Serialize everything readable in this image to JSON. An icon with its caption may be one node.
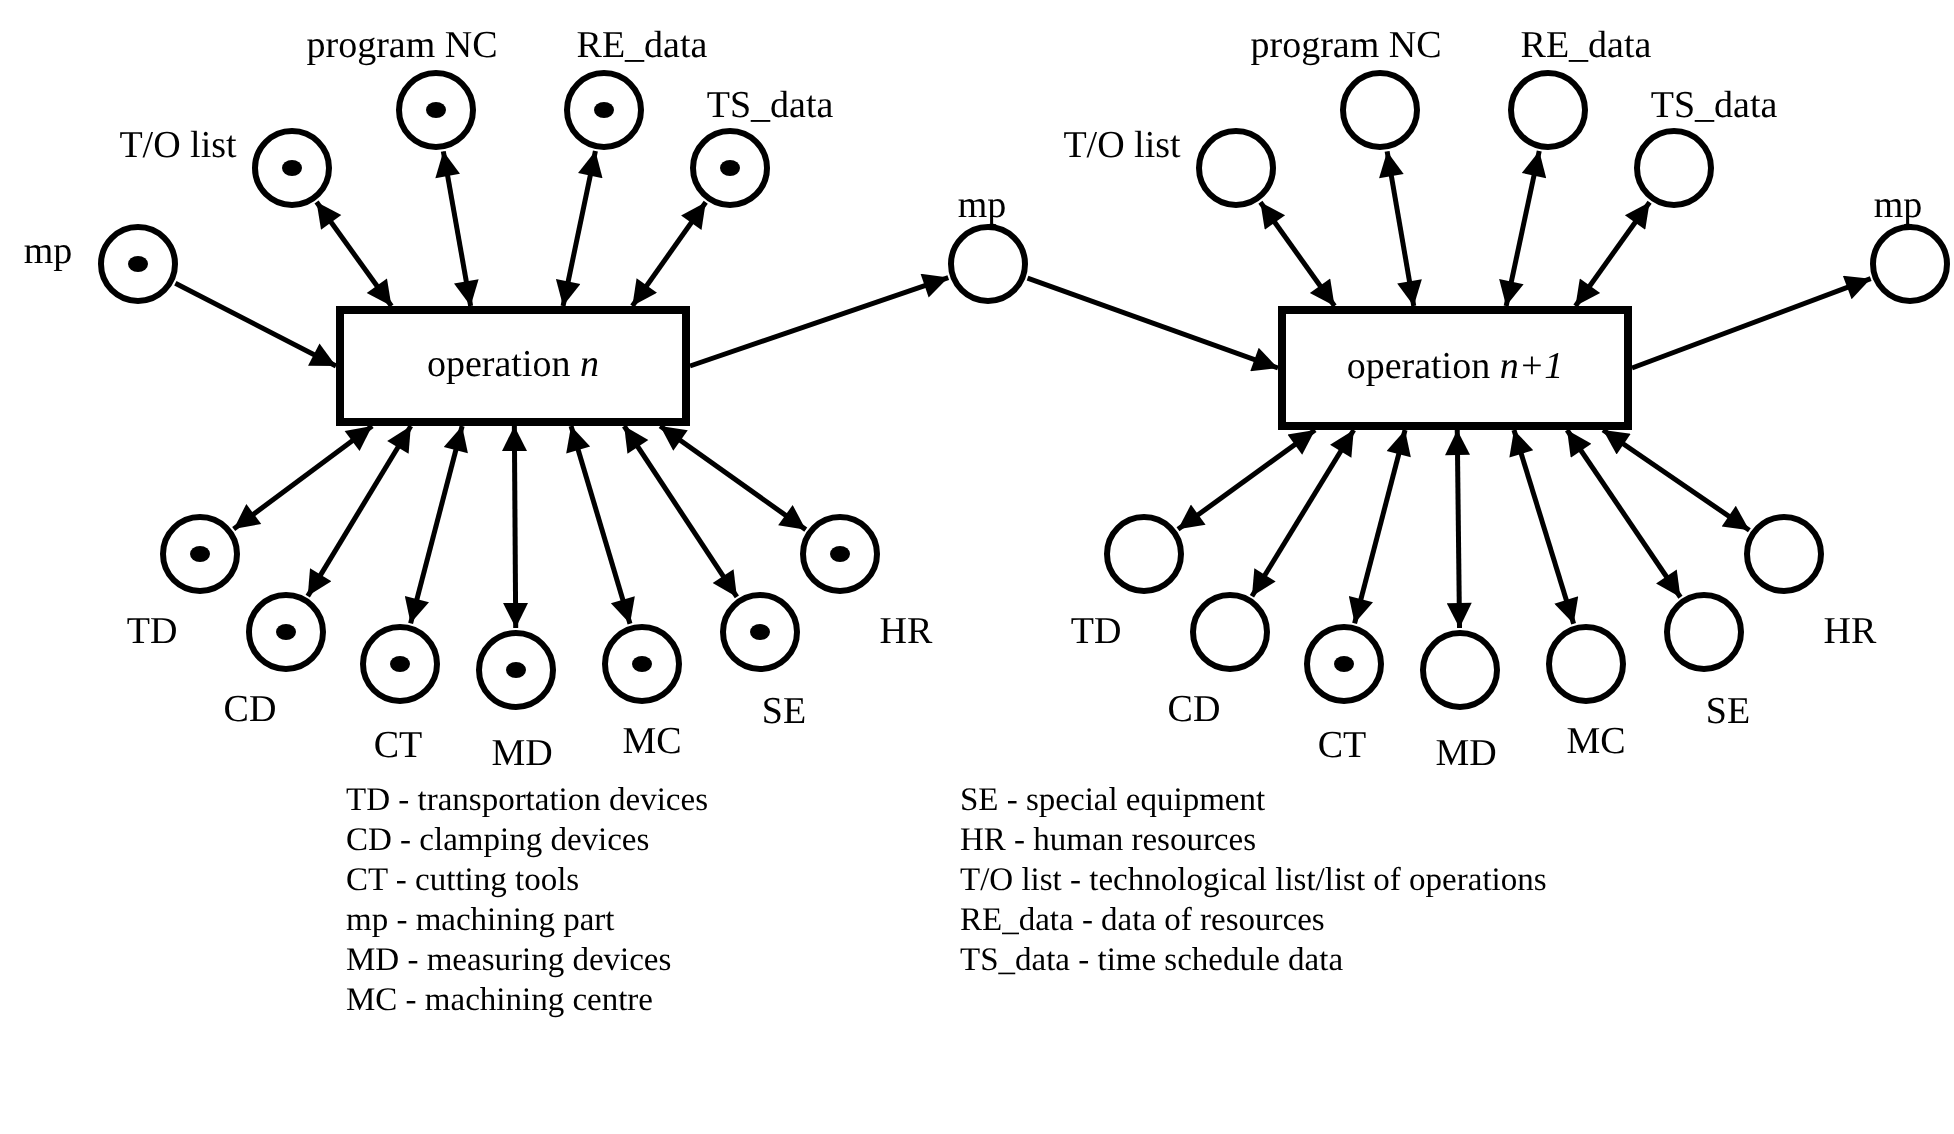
{
  "diagram": {
    "nodes": [
      {
        "text": [
          "mp"
        ]
      },
      {
        "text": [
          "T/O list"
        ]
      },
      {
        "text": [
          "program NC"
        ]
      },
      {
        "text": [
          "RE_data"
        ]
      },
      {
        "text": [
          "TS_data"
        ]
      },
      {
        "text": [
          "operation *n*"
        ]
      },
      {
        "text": [
          "TD"
        ]
      },
      {
        "text": [
          "CD"
        ]
      },
      {
        "text": [
          "CT"
        ]
      },
      {
        "text": [
          "MD"
        ]
      },
      {
        "text": [
          "MC"
        ]
      },
      {
        "text": [
          "SE"
        ]
      },
      {
        "text": [
          "HR"
        ]
      },
      {
        "text": [
          "mp"
        ]
      },
      {
        "text": [
          "T/O list"
        ]
      },
      {
        "text": [
          "program NC"
        ]
      },
      {
        "text": [
          "RE_data"
        ]
      },
      {
        "text": [
          "TS_data"
        ]
      },
      {
        "text": [
          "operation *n+1*"
        ]
      },
      {
        "text": [
          "TD"
        ]
      },
      {
        "text": [
          "CD"
        ]
      },
      {
        "text": [
          "CT"
        ]
      },
      {
        "text": [
          "MD"
        ]
      },
      {
        "text": [
          "MC"
        ]
      },
      {
        "text": [
          "SE"
        ]
      },
      {
        "text": [
          "HR"
        ]
      },
      {
        "text": [
          "mp"
        ]
      },
      {
        "text": [],
        "shape": "dot",
        "in": 0
      },
      {
        "text": [],
        "shape": "dot",
        "in": 1
      },
      {
        "text": [],
        "shape": "dot",
        "in": 2
      },
      {
        "text": [],
        "shape": "dot",
        "in": 3
      },
      {
        "text": [],
        "shape": "dot",
        "in": 4
      },
      {
        "text": [],
        "shape": "dot",
        "in": 6
      },
      {
        "text": [],
        "shape": "dot",
        "in": 7
      },
      {
        "text": [],
        "shape": "dot",
        "in": 8
      },
      {
        "text": [],
        "shape": "dot",
        "in": 9
      },
      {
        "text": [],
        "shape": "dot",
        "in": 10
      },
      {
        "text": [],
        "shape": "dot",
        "in": 11
      },
      {
        "text": [],
        "shape": "dot",
        "in": 12
      },
      {
        "text": [],
        "shape": "dot",
        "in": 21
      }
    ],
    "edges": [
      {
        "from": 0,
        "to": 5,
        "arrow": "to"
      },
      {
        "from": 1,
        "to": 5,
        "arrow": "both"
      },
      {
        "from": 2,
        "to": 5,
        "arrow": "both"
      },
      {
        "from": 3,
        "to": 5,
        "arrow": "both"
      },
      {
        "from": 4,
        "to": 5,
        "arrow": "both"
      },
      {
        "from": 6,
        "to": 5,
        "arrow": "both"
      },
      {
        "from": 7,
        "to": 5,
        "arrow": "both"
      },
      {
        "from": 8,
        "to": 5,
        "arrow": "both"
      },
      {
        "from": 9,
        "to": 5,
        "arrow": "both"
      },
      {
        "from": 10,
        "to": 5,
        "arrow": "both"
      },
      {
        "from": 11,
        "to": 5,
        "arrow": "both"
      },
      {
        "from": 12,
        "to": 5,
        "arrow": "both"
      },
      {
        "from": 5,
        "to": 13,
        "arrow": "to"
      },
      {
        "from": 13,
        "to": 18,
        "arrow": "to"
      },
      {
        "from": 14,
        "to": 18,
        "arrow": "both"
      },
      {
        "from": 15,
        "to": 18,
        "arrow": "both"
      },
      {
        "from": 16,
        "to": 18,
        "arrow": "both"
      },
      {
        "from": 17,
        "to": 18,
        "arrow": "both"
      },
      {
        "from": 19,
        "to": 18,
        "arrow": "both"
      },
      {
        "from": 20,
        "to": 18,
        "arrow": "both"
      },
      {
        "from": 21,
        "to": 18,
        "arrow": "both"
      },
      {
        "from": 22,
        "to": 18,
        "arrow": "both"
      },
      {
        "from": 23,
        "to": 18,
        "arrow": "both"
      },
      {
        "from": 24,
        "to": 18,
        "arrow": "both"
      },
      {
        "from": 25,
        "to": 18,
        "arrow": "both"
      },
      {
        "from": 18,
        "to": 26,
        "arrow": "to"
      }
    ],
    "labels": [
      "TD - transportation devices",
      "CD - clamping devices",
      "CT - cutting tools",
      "mp - machining part",
      "MD - measuring devices",
      "MC - machining centre",
      "SE - special equipment",
      "HR - human resources",
      "T/O list - technological list/list of operations",
      "RE_data - data of resources",
      "TS_data - time schedule data"
    ]
  }
}
